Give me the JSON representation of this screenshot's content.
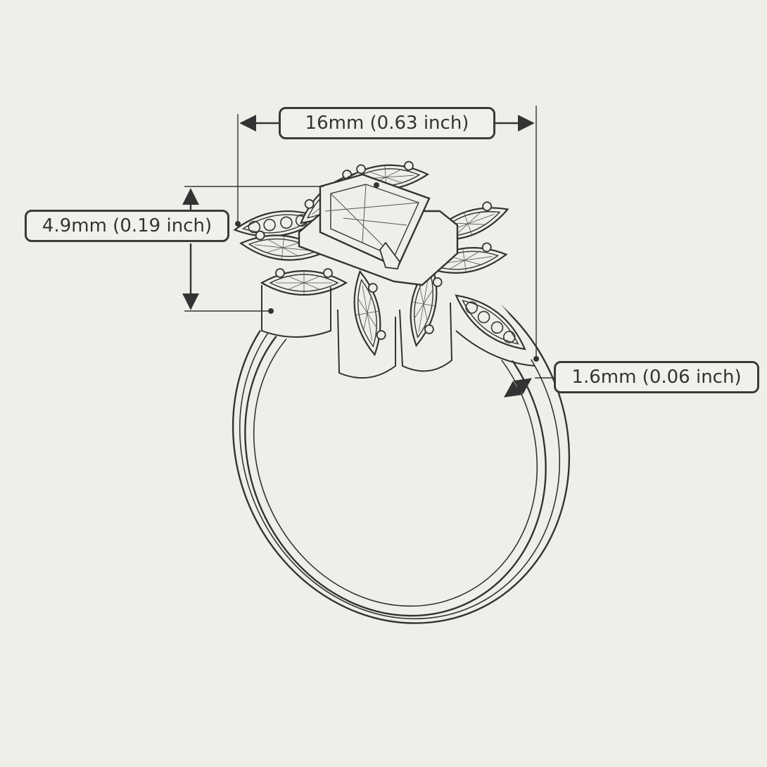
{
  "dimensions": {
    "width_label": "16mm (0.63 inch)",
    "height_label": "4.9mm (0.19 inch)",
    "band_label": "1.6mm (0.06 inch)"
  },
  "colors": {
    "background": "#efefea",
    "line": "#333333"
  }
}
